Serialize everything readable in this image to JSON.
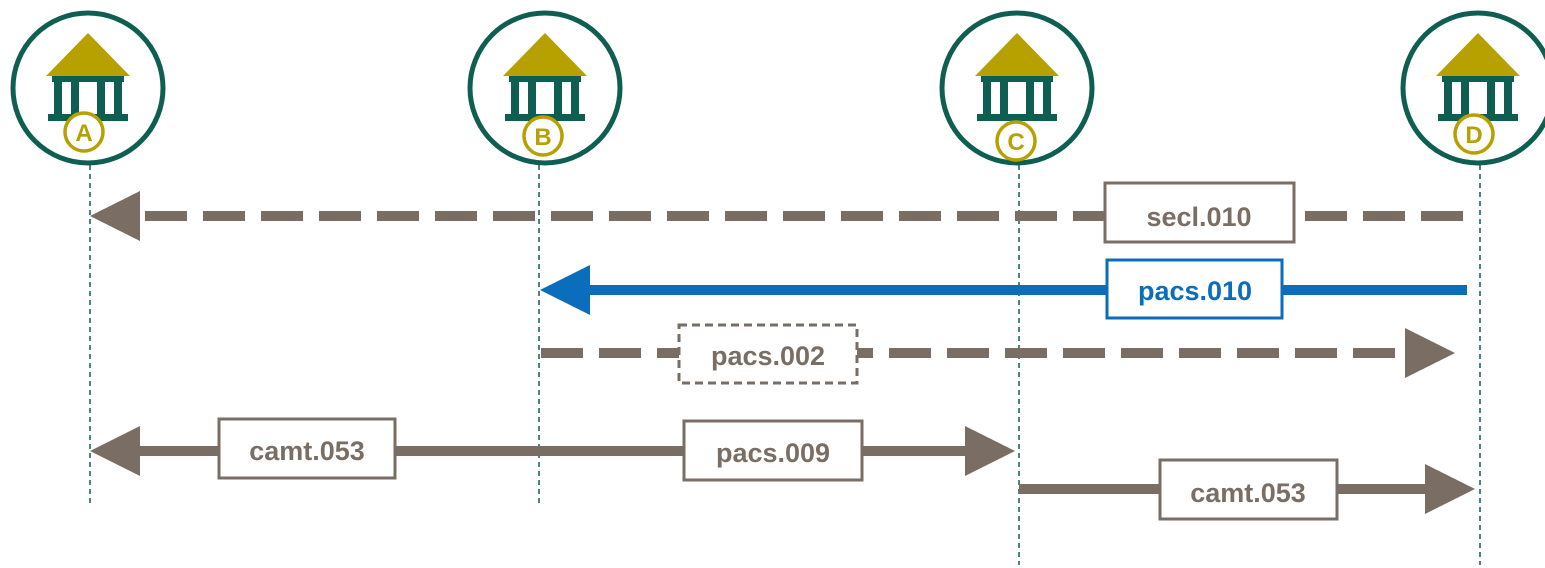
{
  "colors": {
    "bank_ring": "#0f5e52",
    "bank_roof": "#b7a100",
    "bank_letter": "#b7a100",
    "lifeline": "#0f5e52",
    "message_gray": "#7a6e64",
    "message_blue": "#0a6ebd",
    "background": "#ffffff"
  },
  "banks": [
    {
      "id": "A",
      "letter": "A",
      "icon": "bank-building-icon"
    },
    {
      "id": "B",
      "letter": "B",
      "icon": "bank-building-icon"
    },
    {
      "id": "C",
      "letter": "C",
      "icon": "bank-building-icon"
    },
    {
      "id": "D",
      "letter": "D",
      "icon": "bank-building-icon"
    }
  ],
  "messages": [
    {
      "id": "secl-010",
      "label": "secl.010",
      "from": "D",
      "to": "A",
      "style": "dashed",
      "color": "gray"
    },
    {
      "id": "pacs-010",
      "label": "pacs.010",
      "from": "D",
      "to": "B",
      "style": "solid",
      "color": "blue"
    },
    {
      "id": "pacs-002",
      "label": "pacs.002",
      "from": "B",
      "to": "D",
      "style": "dashed",
      "color": "gray",
      "label_border": "dashed"
    },
    {
      "id": "camt-053-a",
      "label": "camt.053",
      "from": "B",
      "to": "A",
      "style": "solid",
      "color": "gray"
    },
    {
      "id": "pacs-009",
      "label": "pacs.009",
      "from": "B",
      "to": "C",
      "style": "solid",
      "color": "gray"
    },
    {
      "id": "camt-053-d",
      "label": "camt.053",
      "from": "C",
      "to": "D",
      "style": "solid",
      "color": "gray"
    }
  ]
}
